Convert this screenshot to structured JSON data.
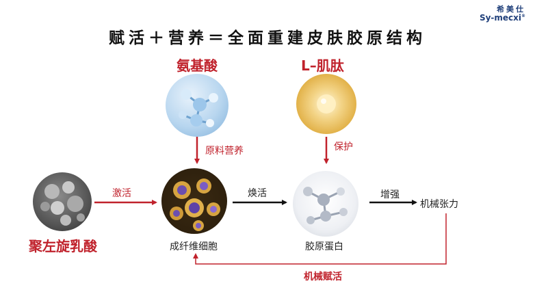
{
  "brand": {
    "name_cn": "希美仕",
    "name_en": "Sy-mecxi",
    "reg_mark": "®"
  },
  "title": "赋活＋营养＝全面重建皮肤胶原结构",
  "nodes": {
    "amino_acid": "氨基酸",
    "l_peptide": "L–肌肽",
    "plla": "聚左旋乳酸",
    "fibroblast": "成纤维细胞",
    "collagen": "胶原蛋白",
    "mechanical_tension": "机械张力"
  },
  "edges": {
    "nutrition": "原料营养",
    "protect": "保护",
    "activate": "激活",
    "revitalize": "焕活",
    "enhance": "增强",
    "mechanical_revitalization": "机械赋活"
  },
  "colors": {
    "red": "#c0222c",
    "black": "#111111",
    "navy": "#1f3f7a"
  }
}
